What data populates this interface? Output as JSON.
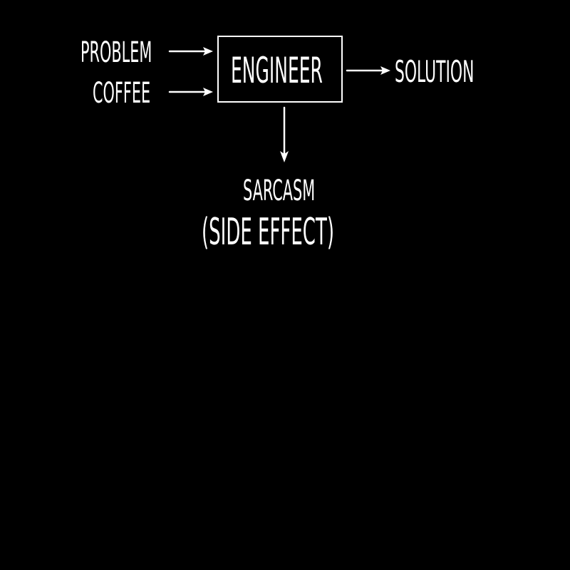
{
  "diagram": {
    "inputs": {
      "problem": "PROBLEM",
      "coffee": "COFFEE"
    },
    "process": "ENGINEER",
    "output": "SOLUTION",
    "side_effect": {
      "name": "SARCASM",
      "note": "(SIDE EFFECT)"
    },
    "colors": {
      "background": "#000000",
      "foreground": "#ffffff"
    }
  }
}
